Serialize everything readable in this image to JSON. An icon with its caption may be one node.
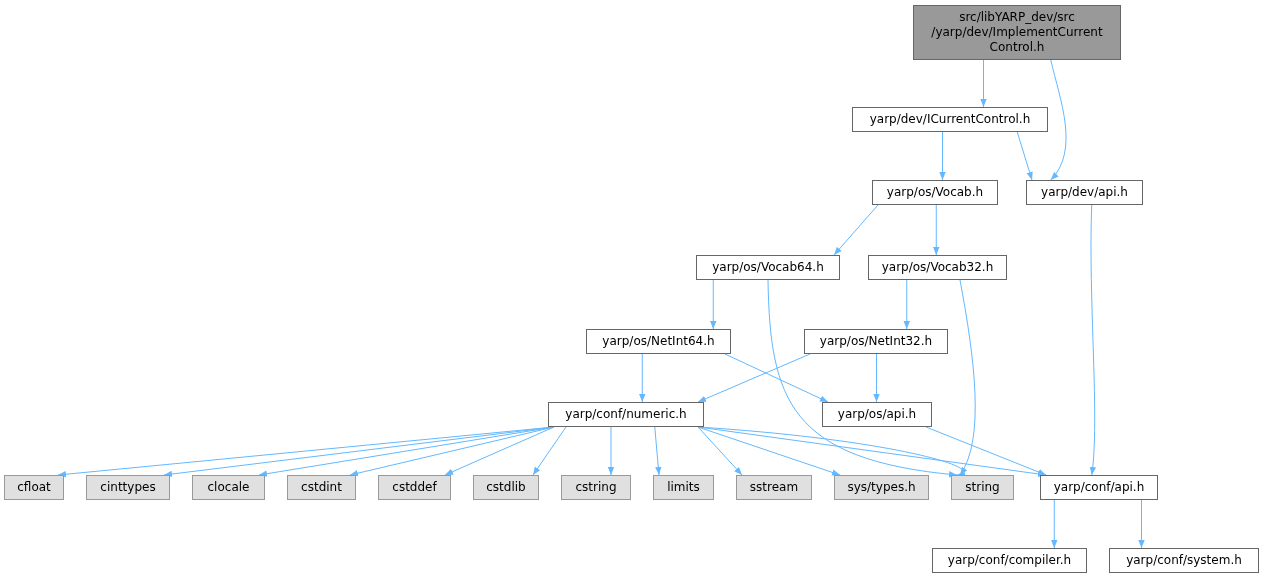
{
  "diagram": {
    "nodes": [
      {
        "text": [
          "src/libYARP_dev/src /yarp/dev/ImplementCurrent Control.h"
        ]
      },
      {
        "text": [
          "yarp/dev/ICurrentControl.h"
        ]
      },
      {
        "text": [
          "yarp/dev/api.h"
        ]
      },
      {
        "text": [
          "yarp/os/Vocab.h"
        ]
      },
      {
        "text": [
          "yarp/os/Vocab64.h"
        ]
      },
      {
        "text": [
          "yarp/os/Vocab32.h"
        ]
      },
      {
        "text": [
          "yarp/os/NetInt64.h"
        ]
      },
      {
        "text": [
          "yarp/os/NetInt32.h"
        ]
      },
      {
        "text": [
          "yarp/conf/numeric.h"
        ]
      },
      {
        "text": [
          "yarp/os/api.h"
        ]
      },
      {
        "text": [
          "cfloat"
        ]
      },
      {
        "text": [
          "cinttypes"
        ]
      },
      {
        "text": [
          "clocale"
        ]
      },
      {
        "text": [
          "cstdint"
        ]
      },
      {
        "text": [
          "cstddef"
        ]
      },
      {
        "text": [
          "cstdlib"
        ]
      },
      {
        "text": [
          "cstring"
        ]
      },
      {
        "text": [
          "limits"
        ]
      },
      {
        "text": [
          "sstream"
        ]
      },
      {
        "text": [
          "sys/types.h"
        ]
      },
      {
        "text": [
          "string"
        ]
      },
      {
        "text": [
          "yarp/conf/api.h"
        ]
      },
      {
        "text": [
          "yarp/conf/compiler.h"
        ]
      },
      {
        "text": [
          "yarp/conf/system.h"
        ]
      }
    ],
    "edges": [
      {
        "from": 0,
        "to": 1,
        "arrow": "to"
      },
      {
        "from": 0,
        "to": 2,
        "arrow": "to"
      },
      {
        "from": 1,
        "to": 3,
        "arrow": "to"
      },
      {
        "from": 1,
        "to": 2,
        "arrow": "to"
      },
      {
        "from": 3,
        "to": 4,
        "arrow": "to"
      },
      {
        "from": 3,
        "to": 5,
        "arrow": "to"
      },
      {
        "from": 4,
        "to": 6,
        "arrow": "to"
      },
      {
        "from": 4,
        "to": 20,
        "arrow": "to"
      },
      {
        "from": 5,
        "to": 7,
        "arrow": "to"
      },
      {
        "from": 5,
        "to": 20,
        "arrow": "to"
      },
      {
        "from": 2,
        "to": 21,
        "arrow": "to"
      },
      {
        "from": 6,
        "to": 8,
        "arrow": "to"
      },
      {
        "from": 6,
        "to": 9,
        "arrow": "to"
      },
      {
        "from": 7,
        "to": 8,
        "arrow": "to"
      },
      {
        "from": 7,
        "to": 9,
        "arrow": "to"
      },
      {
        "from": 8,
        "to": 10,
        "arrow": "to"
      },
      {
        "from": 8,
        "to": 11,
        "arrow": "to"
      },
      {
        "from": 8,
        "to": 12,
        "arrow": "to"
      },
      {
        "from": 8,
        "to": 13,
        "arrow": "to"
      },
      {
        "from": 8,
        "to": 14,
        "arrow": "to"
      },
      {
        "from": 8,
        "to": 15,
        "arrow": "to"
      },
      {
        "from": 8,
        "to": 16,
        "arrow": "to"
      },
      {
        "from": 8,
        "to": 17,
        "arrow": "to"
      },
      {
        "from": 8,
        "to": 18,
        "arrow": "to"
      },
      {
        "from": 8,
        "to": 19,
        "arrow": "to"
      },
      {
        "from": 8,
        "to": 20,
        "arrow": "to"
      },
      {
        "from": 8,
        "to": 21,
        "arrow": "to"
      },
      {
        "from": 9,
        "to": 21,
        "arrow": "to"
      },
      {
        "from": 21,
        "to": 22,
        "arrow": "to"
      },
      {
        "from": 21,
        "to": 23,
        "arrow": "to"
      }
    ]
  }
}
